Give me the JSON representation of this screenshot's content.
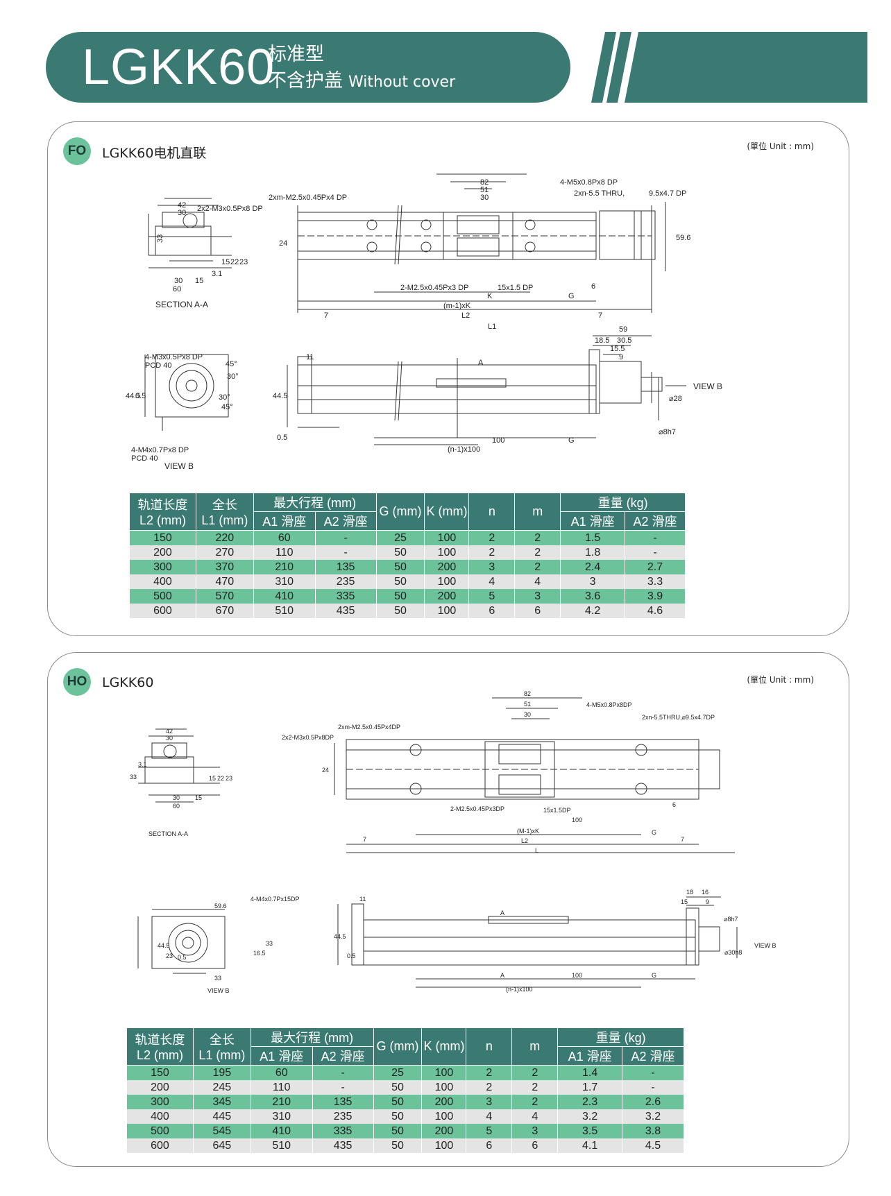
{
  "header": {
    "model": "LGKK60",
    "type_cn": "标准型",
    "subtitle_cn": "不含护盖",
    "subtitle_en": "Without cover"
  },
  "colors": {
    "brand": "#3a7a72",
    "accent": "#6cc39b",
    "row_alt": "#e4e4e4"
  },
  "fo": {
    "badge": "FO",
    "title": "LGKK60电机直联",
    "unit": "(單位 Unit : mm)",
    "drawing_labels": {
      "section_aa": "SECTION A-A",
      "view_b": "VIEW B",
      "view_b_arrow": "VIEW B",
      "hole_2xm": "2xm-M2.5x0.45Px4 DP",
      "hole_2x2": "2x2-M3x0.5Px8 DP",
      "hole_4m5": "4-M5x0.8Px8 DP",
      "hole_2xn": "2xn-5.5 THRU,",
      "hole_2xn_cb": "9.5x4.7 DP",
      "hole_2m25": "2-M2.5x0.45Px3 DP",
      "pin": "15x1.5 DP",
      "mk": "(m-1)xK",
      "l2": "L2",
      "l1": "L1",
      "k": "K",
      "g": "G",
      "n100": "(n-1)x100",
      "d100": "100",
      "a": "A",
      "m3pcd": "4-M3x0.5Px8 DP",
      "pcd40a": "PCD 40",
      "m4pcd": "4-M4x0.7Px8 DP",
      "pcd40b": "PCD 40",
      "d82": "82",
      "d51": "51",
      "d30": "30",
      "d42": "42",
      "d30b": "30",
      "d33": "33",
      "d30c": "30",
      "d15": "15",
      "d60": "60",
      "d31": "3.1",
      "d15v": "15",
      "d22": "22",
      "d23": "23",
      "d24": "24",
      "d596": "59.6",
      "d7a": "7",
      "d7b": "7",
      "d6": "6",
      "d59": "59",
      "d185": "18.5",
      "d305": "30.5",
      "d155": "15.5",
      "d9": "9",
      "d11": "11",
      "d445": "44.5",
      "d445b": "44.5",
      "d05": "0.5",
      "d05b": "0.5",
      "d28": "⌀28",
      "d8h7": "⌀8h7",
      "a45": "45°",
      "a30": "30°",
      "a30b": "30°",
      "a45b": "45°"
    },
    "table": {
      "h_l2_1": "轨道长度",
      "h_l2_2": "L2 (mm)",
      "h_l1_1": "全长",
      "h_l1_2": "L1 (mm)",
      "h_stroke": "最大行程 (mm)",
      "h_a1": "A1 滑座",
      "h_a2": "A2 滑座",
      "h_g": "G (mm)",
      "h_k": "K (mm)",
      "h_n": "n",
      "h_m": "m",
      "h_weight": "重量 (kg)",
      "h_wa1": "A1 滑座",
      "h_wa2": "A2 滑座",
      "rows": [
        [
          "150",
          "220",
          "60",
          "-",
          "25",
          "100",
          "2",
          "2",
          "1.5",
          "-"
        ],
        [
          "200",
          "270",
          "110",
          "-",
          "50",
          "100",
          "2",
          "2",
          "1.8",
          "-"
        ],
        [
          "300",
          "370",
          "210",
          "135",
          "50",
          "200",
          "3",
          "2",
          "2.4",
          "2.7"
        ],
        [
          "400",
          "470",
          "310",
          "235",
          "50",
          "100",
          "4",
          "4",
          "3",
          "3.3"
        ],
        [
          "500",
          "570",
          "410",
          "335",
          "50",
          "200",
          "5",
          "3",
          "3.6",
          "3.9"
        ],
        [
          "600",
          "670",
          "510",
          "435",
          "50",
          "100",
          "6",
          "6",
          "4.2",
          "4.6"
        ]
      ]
    }
  },
  "ho": {
    "badge": "HO",
    "title": "LGKK60",
    "unit": "(單位 Unit : mm)",
    "drawing_labels": {
      "section_aa": "SECTION A-A",
      "view_b": "VIEW B",
      "view_b_arrow": "VIEW B",
      "hole_2xm": "2xm-M2.5x0.45Px4DP",
      "hole_2x2": "2x2-M3x0.5Px8DP",
      "hole_4m5": "4-M5x0.8Px8DP",
      "hole_2xn": "2xn-5.5THRU,⌀9.5x4.7DP",
      "hole_2m25": "2-M2.5x0.45Px3DP",
      "pin": "15x1.5DP",
      "mk": "(M-1)xK",
      "l2": "L2",
      "l": "L",
      "g": "G",
      "g2": "G",
      "n100": "(n-1)x100",
      "d100": "100",
      "d100b": "100",
      "a": "A",
      "a2": "A",
      "m4": "4-M4x0.7Px15DP",
      "d82": "82",
      "d51": "51",
      "d30": "30",
      "d42": "42",
      "d30b": "30",
      "d33": "33",
      "d31": "3.1",
      "d15v": "15",
      "d22": "22",
      "d23": "23",
      "d30c": "30",
      "d15": "15",
      "d60": "60",
      "d24": "24",
      "d7a": "7",
      "d7b": "7",
      "d6": "6",
      "d596": "59.6",
      "d445": "44.5",
      "d23b": "23",
      "d05": "0.5",
      "d165": "16.5",
      "d33b": "33",
      "d33c": "33",
      "d11": "11",
      "d445b": "44.5",
      "d05b": "0.5",
      "d18": "18",
      "d16": "16",
      "d15b": "15",
      "d9": "9",
      "d8h7": "⌀8h7",
      "d30h8": "⌀30h8"
    },
    "table": {
      "h_l2_1": "轨道长度",
      "h_l2_2": "L2 (mm)",
      "h_l1_1": "全长",
      "h_l1_2": "L1 (mm)",
      "h_stroke": "最大行程 (mm)",
      "h_a1": "A1 滑座",
      "h_a2": "A2 滑座",
      "h_g": "G (mm)",
      "h_k": "K (mm)",
      "h_n": "n",
      "h_m": "m",
      "h_weight": "重量 (kg)",
      "h_wa1": "A1 滑座",
      "h_wa2": "A2 滑座",
      "rows": [
        [
          "150",
          "195",
          "60",
          "-",
          "25",
          "100",
          "2",
          "2",
          "1.4",
          "-"
        ],
        [
          "200",
          "245",
          "110",
          "-",
          "50",
          "100",
          "2",
          "2",
          "1.7",
          "-"
        ],
        [
          "300",
          "345",
          "210",
          "135",
          "50",
          "200",
          "3",
          "2",
          "2.3",
          "2.6"
        ],
        [
          "400",
          "445",
          "310",
          "235",
          "50",
          "100",
          "4",
          "4",
          "3.2",
          "3.2"
        ],
        [
          "500",
          "545",
          "410",
          "335",
          "50",
          "200",
          "5",
          "3",
          "3.5",
          "3.8"
        ],
        [
          "600",
          "645",
          "510",
          "435",
          "50",
          "100",
          "6",
          "6",
          "4.1",
          "4.5"
        ]
      ]
    }
  }
}
